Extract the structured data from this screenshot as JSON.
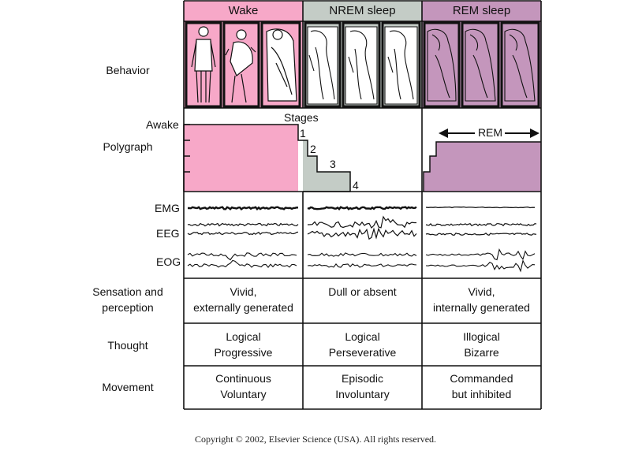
{
  "columns": [
    {
      "label": "Wake",
      "color": "#f7a8c8"
    },
    {
      "label": "NREM sleep",
      "color": "#c4ccc6"
    },
    {
      "label": "REM sleep",
      "color": "#c496bc"
    }
  ],
  "rows": {
    "behavior": "Behavior",
    "polygraph": "Polygraph",
    "sensation_line1": "Sensation and",
    "sensation_line2": "perception",
    "thought": "Thought",
    "movement": "Movement"
  },
  "polygraph": {
    "awake_label": "Awake",
    "stages_label": "Stages",
    "stage_numbers": [
      "1",
      "2",
      "3",
      "4"
    ],
    "rem_label": "REM"
  },
  "signals": [
    "EMG",
    "EEG",
    "EOG"
  ],
  "sensation": {
    "wake": [
      "Vivid,",
      "externally generated"
    ],
    "nrem": [
      "Dull or absent"
    ],
    "rem": [
      "Vivid,",
      "internally generated"
    ]
  },
  "thought": {
    "wake": [
      "Logical",
      "Progressive"
    ],
    "nrem": [
      "Logical",
      "Perseverative"
    ],
    "rem": [
      "Illogical",
      "Bizarre"
    ]
  },
  "movement": {
    "wake": [
      "Continuous",
      "Voluntary"
    ],
    "nrem": [
      "Episodic",
      "Involuntary"
    ],
    "rem": [
      "Commanded",
      "but inhibited"
    ]
  },
  "copyright": "Copyright © 2002, Elsevier Science (USA). All rights reserved."
}
